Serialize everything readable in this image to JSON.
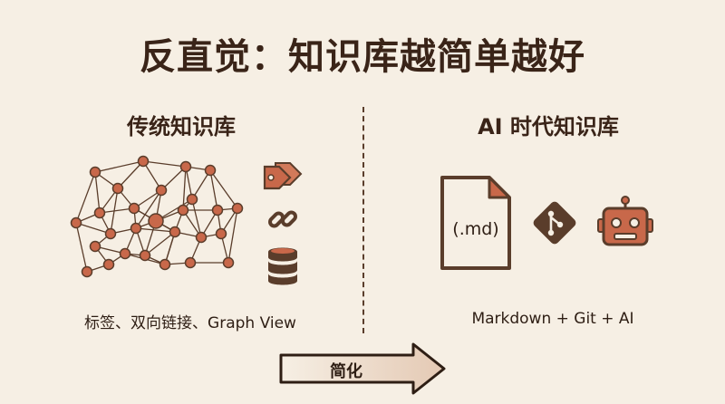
{
  "title": "反直觉：知识库越简单越好",
  "left": {
    "heading": "传统知识库",
    "caption": "标签、双向链接、Graph View"
  },
  "right": {
    "heading": "AI 时代知识库",
    "file_label": "(.md)",
    "caption": "Markdown + Git + AI"
  },
  "arrow": {
    "label": "简化"
  },
  "icons": [
    "network-graph-icon",
    "tag-icon",
    "link-icon",
    "database-icon",
    "markdown-file-icon",
    "git-icon",
    "robot-icon"
  ],
  "colors": {
    "background": "#f6efe4",
    "text": "#3a2418",
    "accent": "#c8684a",
    "dark": "#5a3d2b"
  }
}
